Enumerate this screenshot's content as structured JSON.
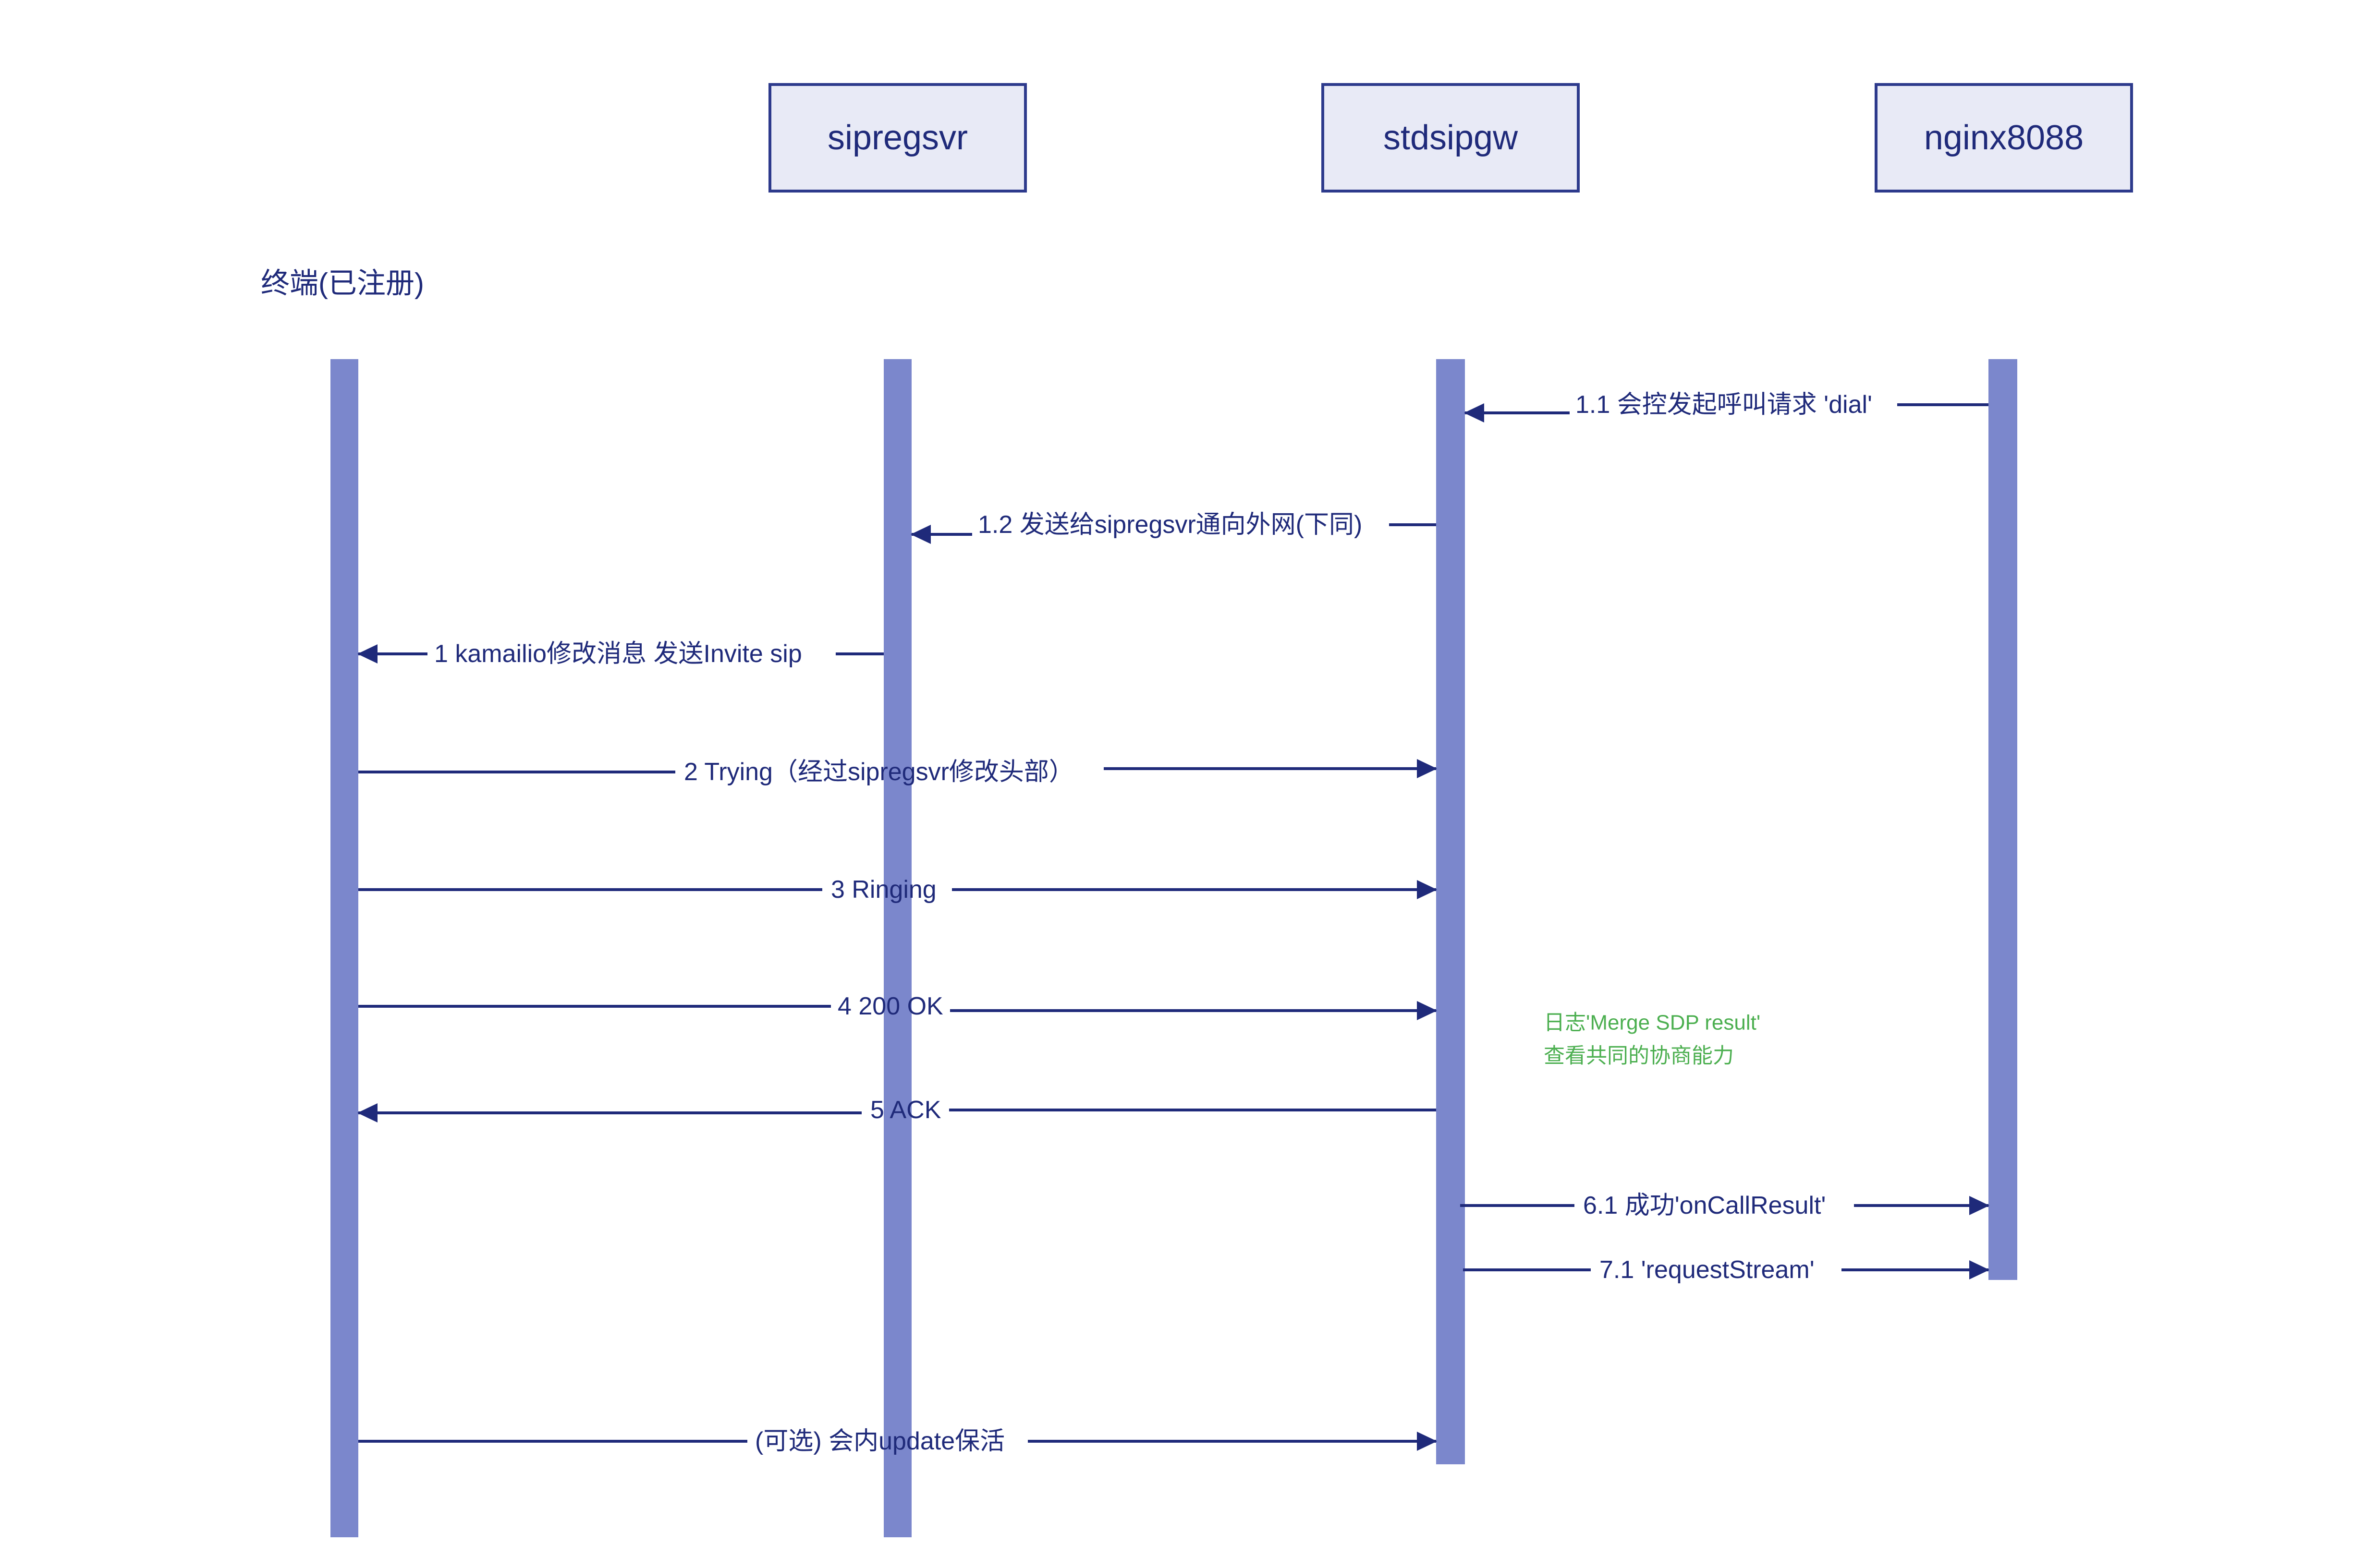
{
  "colors": {
    "ink": "#1f2a7a",
    "box_fill": "#e8eaf6",
    "box_border": "#2d3a8c",
    "lifeline": "#7b87cc",
    "note": "#4caf50",
    "background": "#ffffff"
  },
  "participants": [
    {
      "id": "terminal",
      "label": "终端(已注册)",
      "boxed": false
    },
    {
      "id": "sipregsvr",
      "label": "sipregsvr",
      "boxed": true
    },
    {
      "id": "stdsipgw",
      "label": "stdsipgw",
      "boxed": true
    },
    {
      "id": "nginx8088",
      "label": "nginx8088",
      "boxed": true
    }
  ],
  "messages": [
    {
      "from": "nginx8088",
      "to": "stdsipgw",
      "label": "1.1 会控发起呼叫请求 'dial'"
    },
    {
      "from": "stdsipgw",
      "to": "sipregsvr",
      "label": "1.2 发送给sipregsvr通向外网(下同)"
    },
    {
      "from": "sipregsvr",
      "to": "terminal",
      "label": "1 kamailio修改消息 发送Invite sip"
    },
    {
      "from": "terminal",
      "to": "stdsipgw",
      "label": "2 Trying（经过sipregsvr修改头部）"
    },
    {
      "from": "terminal",
      "to": "stdsipgw",
      "label": "3 Ringing"
    },
    {
      "from": "terminal",
      "to": "stdsipgw",
      "label": "4 200 OK"
    },
    {
      "from": "stdsipgw",
      "to": "terminal",
      "label": "5 ACK"
    },
    {
      "from": "stdsipgw",
      "to": "nginx8088",
      "label": "6.1 成功'onCallResult'"
    },
    {
      "from": "stdsipgw",
      "to": "nginx8088",
      "label": "7.1 'requestStream'"
    },
    {
      "from": "terminal",
      "to": "stdsipgw",
      "label": "(可选) 会内update保活"
    }
  ],
  "note": {
    "lines": [
      "日志'Merge SDP result'",
      "查看共同的协商能力"
    ]
  }
}
